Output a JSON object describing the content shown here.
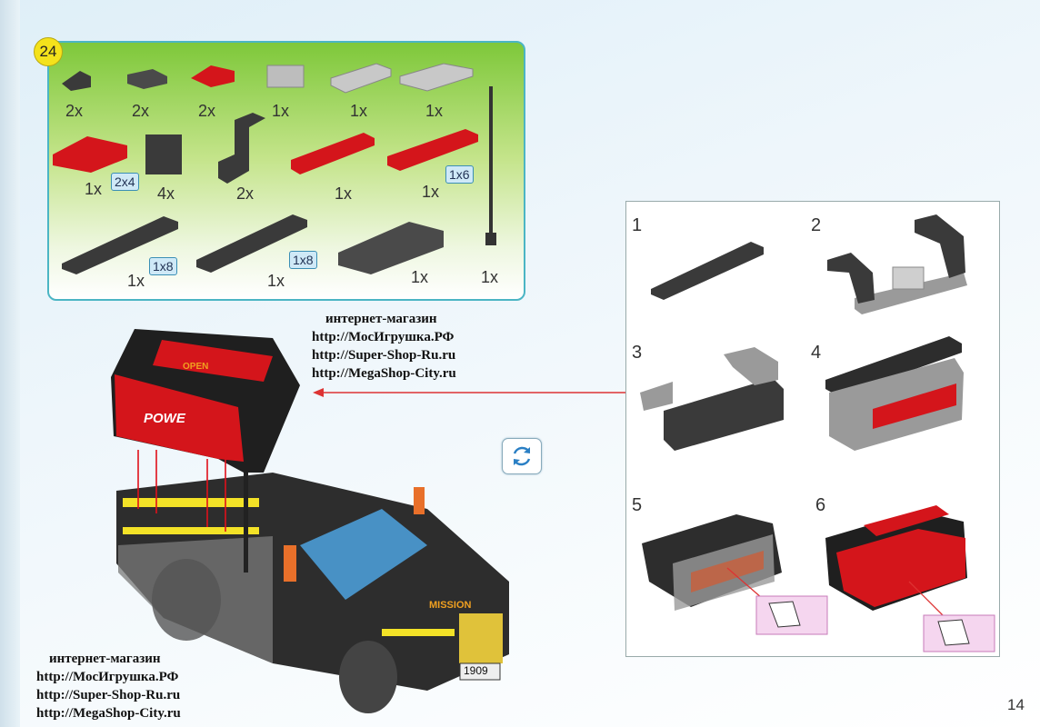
{
  "step": {
    "number": "24"
  },
  "parts": [
    {
      "qty": "2x"
    },
    {
      "qty": "2x"
    },
    {
      "qty": "2x"
    },
    {
      "qty": "1x"
    },
    {
      "qty": "1x"
    },
    {
      "qty": "1x"
    },
    {
      "qty": "1x",
      "size": "2x4"
    },
    {
      "qty": "4x"
    },
    {
      "qty": "2x"
    },
    {
      "qty": "1x"
    },
    {
      "qty": "1x",
      "size": "1x6"
    },
    {
      "qty": "1x",
      "size": "1x8"
    },
    {
      "qty": "1x",
      "size": "1x8"
    },
    {
      "qty": "1x"
    },
    {
      "qty": "1x"
    }
  ],
  "substeps": [
    "1",
    "2",
    "3",
    "4",
    "5",
    "6"
  ],
  "shop_top": {
    "title": "интернет-магазин",
    "url1": "http://МосИгрушка.РФ",
    "url2": "http://Super-Shop-Ru.ru",
    "url3": "http://MegaShop-City.ru"
  },
  "shop_bottom": {
    "title": "интернет-магазин",
    "url1": "http://МосИгрушка.РФ",
    "url2": "http://Super-Shop-Ru.ru",
    "url3": "http://MegaShop-City.ru"
  },
  "truck": {
    "plate": "1909",
    "decal_power": "POWE",
    "decal_open": "OPEN",
    "decal_mission": "MISSION"
  },
  "page_number": "14",
  "icons": {
    "rotate": "rotate-view-icon",
    "sticker": "sticker-icon"
  },
  "colors": {
    "accent_green": "#7ec83a",
    "brick_red": "#d4151b",
    "brick_dark": "#3a3a3a",
    "brick_light": "#bdbdbd",
    "badge": "#f4e21b"
  }
}
